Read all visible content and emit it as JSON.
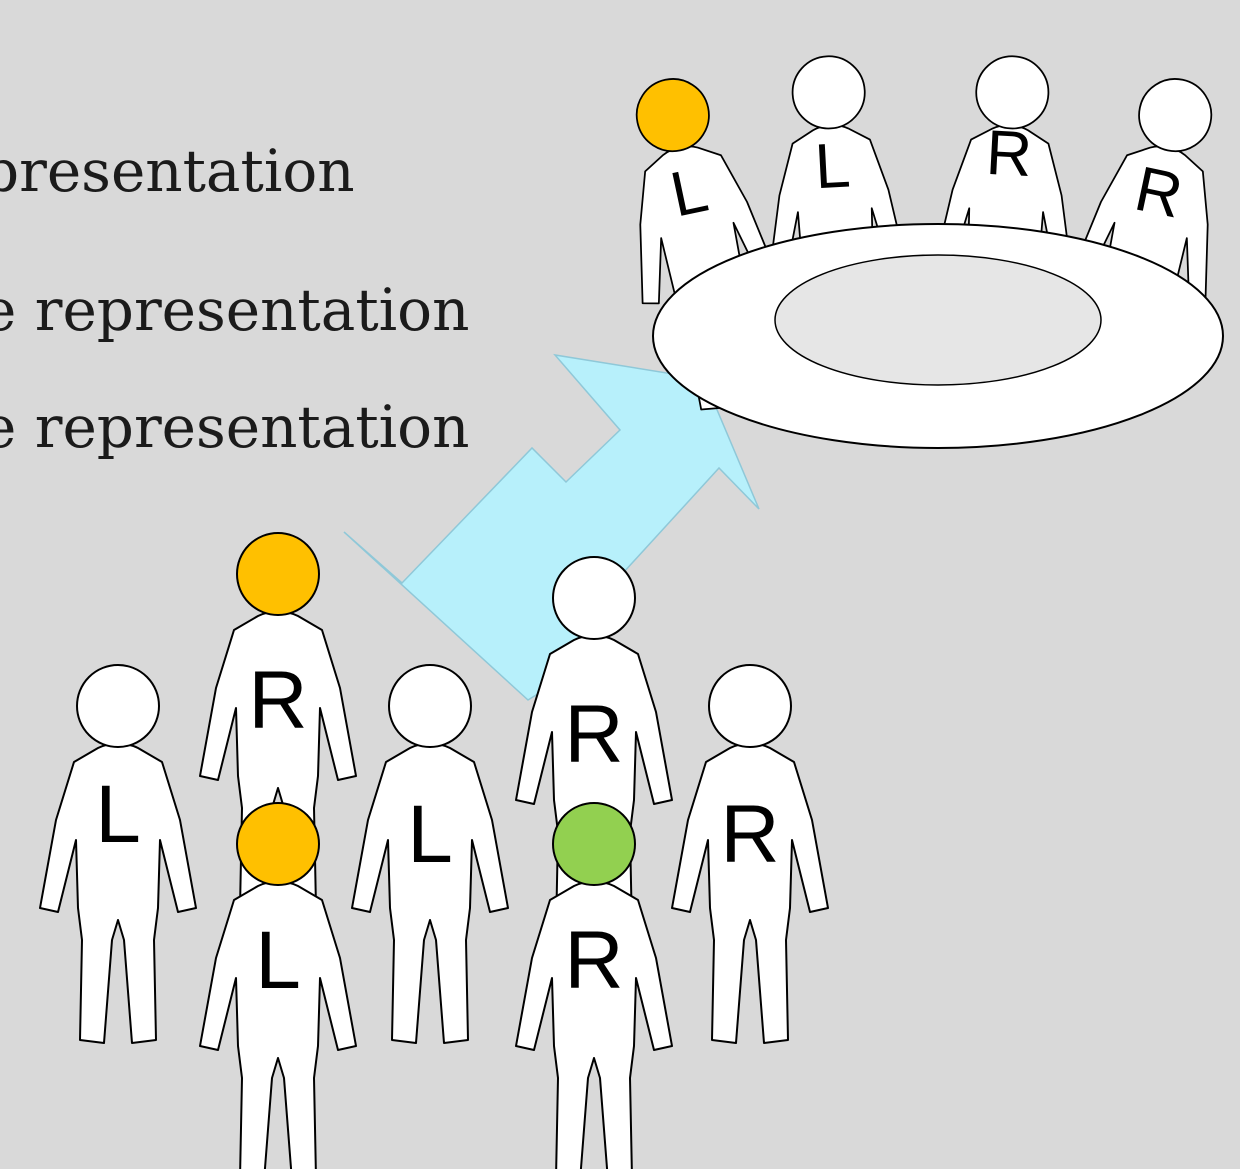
{
  "bullets": [
    "presentation",
    "e representation",
    "e representation"
  ],
  "colors": {
    "background": "#d9d9d9",
    "arrow_fill": "#b7f0fb",
    "arrow_edge": "#8fc8d8",
    "head_default": "#ffffff",
    "head_orange": "#ffc000",
    "head_green": "#92d050",
    "table_inner": "#e6e6e6"
  },
  "council": {
    "table_label": "",
    "members": [
      {
        "label": "L",
        "head": "head_orange"
      },
      {
        "label": "L",
        "head": "head_default"
      },
      {
        "label": "R",
        "head": "head_default"
      },
      {
        "label": "R",
        "head": "head_default"
      }
    ]
  },
  "crowd": {
    "members": [
      {
        "label": "L",
        "head": "head_default"
      },
      {
        "label": "R",
        "head": "head_orange"
      },
      {
        "label": "L",
        "head": "head_default"
      },
      {
        "label": "R",
        "head": "head_default"
      },
      {
        "label": "R",
        "head": "head_default"
      },
      {
        "label": "L",
        "head": "head_orange"
      },
      {
        "label": "R",
        "head": "head_green"
      }
    ]
  },
  "icons": [
    "double-arrow-icon",
    "person-icon",
    "table-icon"
  ]
}
